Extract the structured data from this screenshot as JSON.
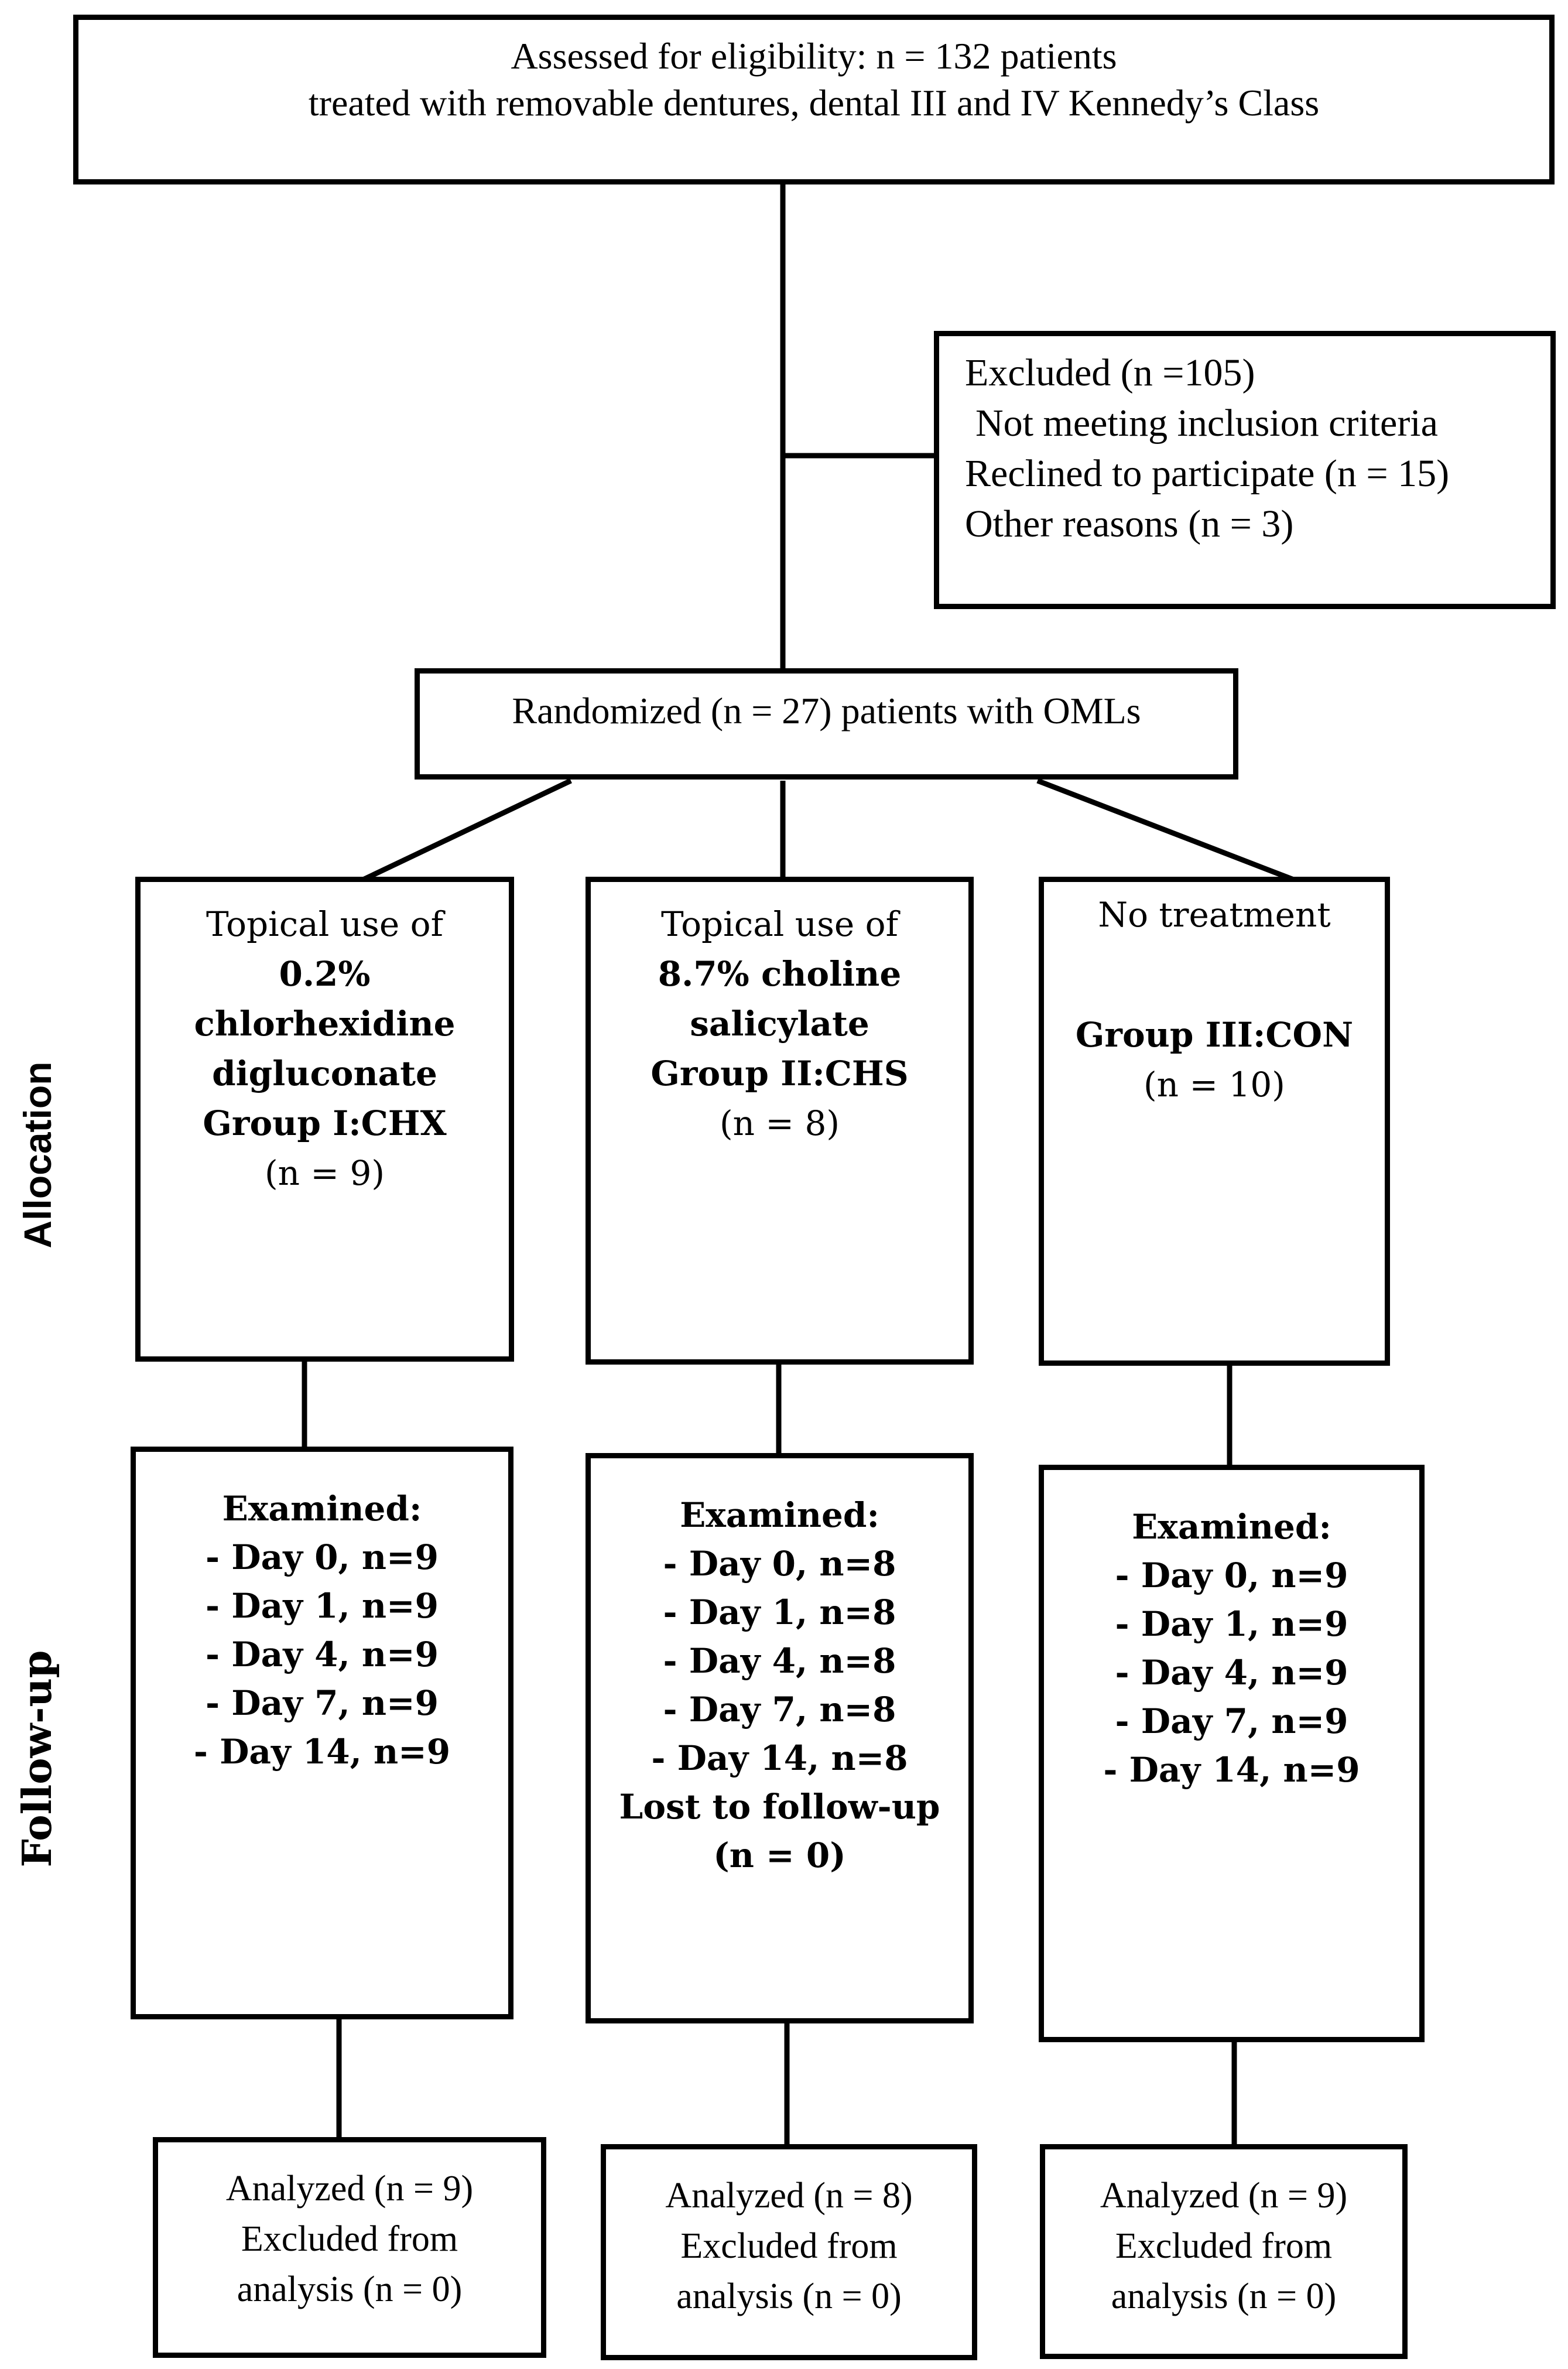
{
  "figure": "CONSORT participant flow diagram",
  "colors": {
    "line": "#000000",
    "background": "#ffffff",
    "text": "#000000"
  },
  "eligibility": {
    "line1": "Assessed for eligibility: n = 132 patients",
    "line2": "treated with removable dentures, dental III and IV Kennedy’s Class"
  },
  "excluded": {
    "line1": "Excluded (n =105)",
    "line2": "Not meeting inclusion criteria",
    "line3": "Reclined to participate (n = 15)",
    "line4": "Other reasons (n = 3)"
  },
  "randomized": {
    "text": "Randomized (n = 27) patients with OMLs"
  },
  "stages": {
    "allocation": "Allocation",
    "followup": "Follow-up"
  },
  "groups": {
    "chx": {
      "allocation": {
        "intro": "Topical use of",
        "bold1": "0.2%",
        "bold2": "chlorhexidine",
        "bold3": "digluconate",
        "bold4": "Group I:CHX",
        "n": "(n = 9)"
      },
      "followup": {
        "header": "Examined:",
        "d0": "- Day 0, n=9",
        "d1": "- Day 1, n=9",
        "d4": "- Day 4, n=9",
        "d7": "- Day 7, n=9",
        "d14": "- Day 14, n=9"
      },
      "analysis": {
        "line1": "Analyzed (n = 9)",
        "line2": "Excluded from",
        "line3": "analysis (n = 0)"
      }
    },
    "chs": {
      "allocation": {
        "intro": "Topical use of",
        "bold1": "8.7% choline",
        "bold2": "salicylate",
        "bold3": "Group II:CHS",
        "n": "(n = 8)"
      },
      "followup": {
        "header": "Examined:",
        "d0": "- Day 0, n=8",
        "d1": "- Day 1, n=8",
        "d4": "- Day 4, n=8",
        "d7": "- Day 7, n=8",
        "d14": "- Day 14, n=8",
        "lost1": "Lost to follow-up",
        "lost2": "(n = 0)"
      },
      "analysis": {
        "line1": "Analyzed (n = 8)",
        "line2": "Excluded from",
        "line3": "analysis (n = 0)"
      }
    },
    "con": {
      "allocation": {
        "intro": "No treatment",
        "bold1": "Group III:CON",
        "n": "(n = 10)"
      },
      "followup": {
        "header": "Examined:",
        "d0": "- Day 0, n=9",
        "d1": "- Day 1, n=9",
        "d4": "- Day 4, n=9",
        "d7": "- Day 7, n=9",
        "d14": "- Day 14, n=9"
      },
      "analysis": {
        "line1": "Analyzed (n = 9)",
        "line2": "Excluded from",
        "line3": "analysis (n = 0)"
      }
    }
  }
}
